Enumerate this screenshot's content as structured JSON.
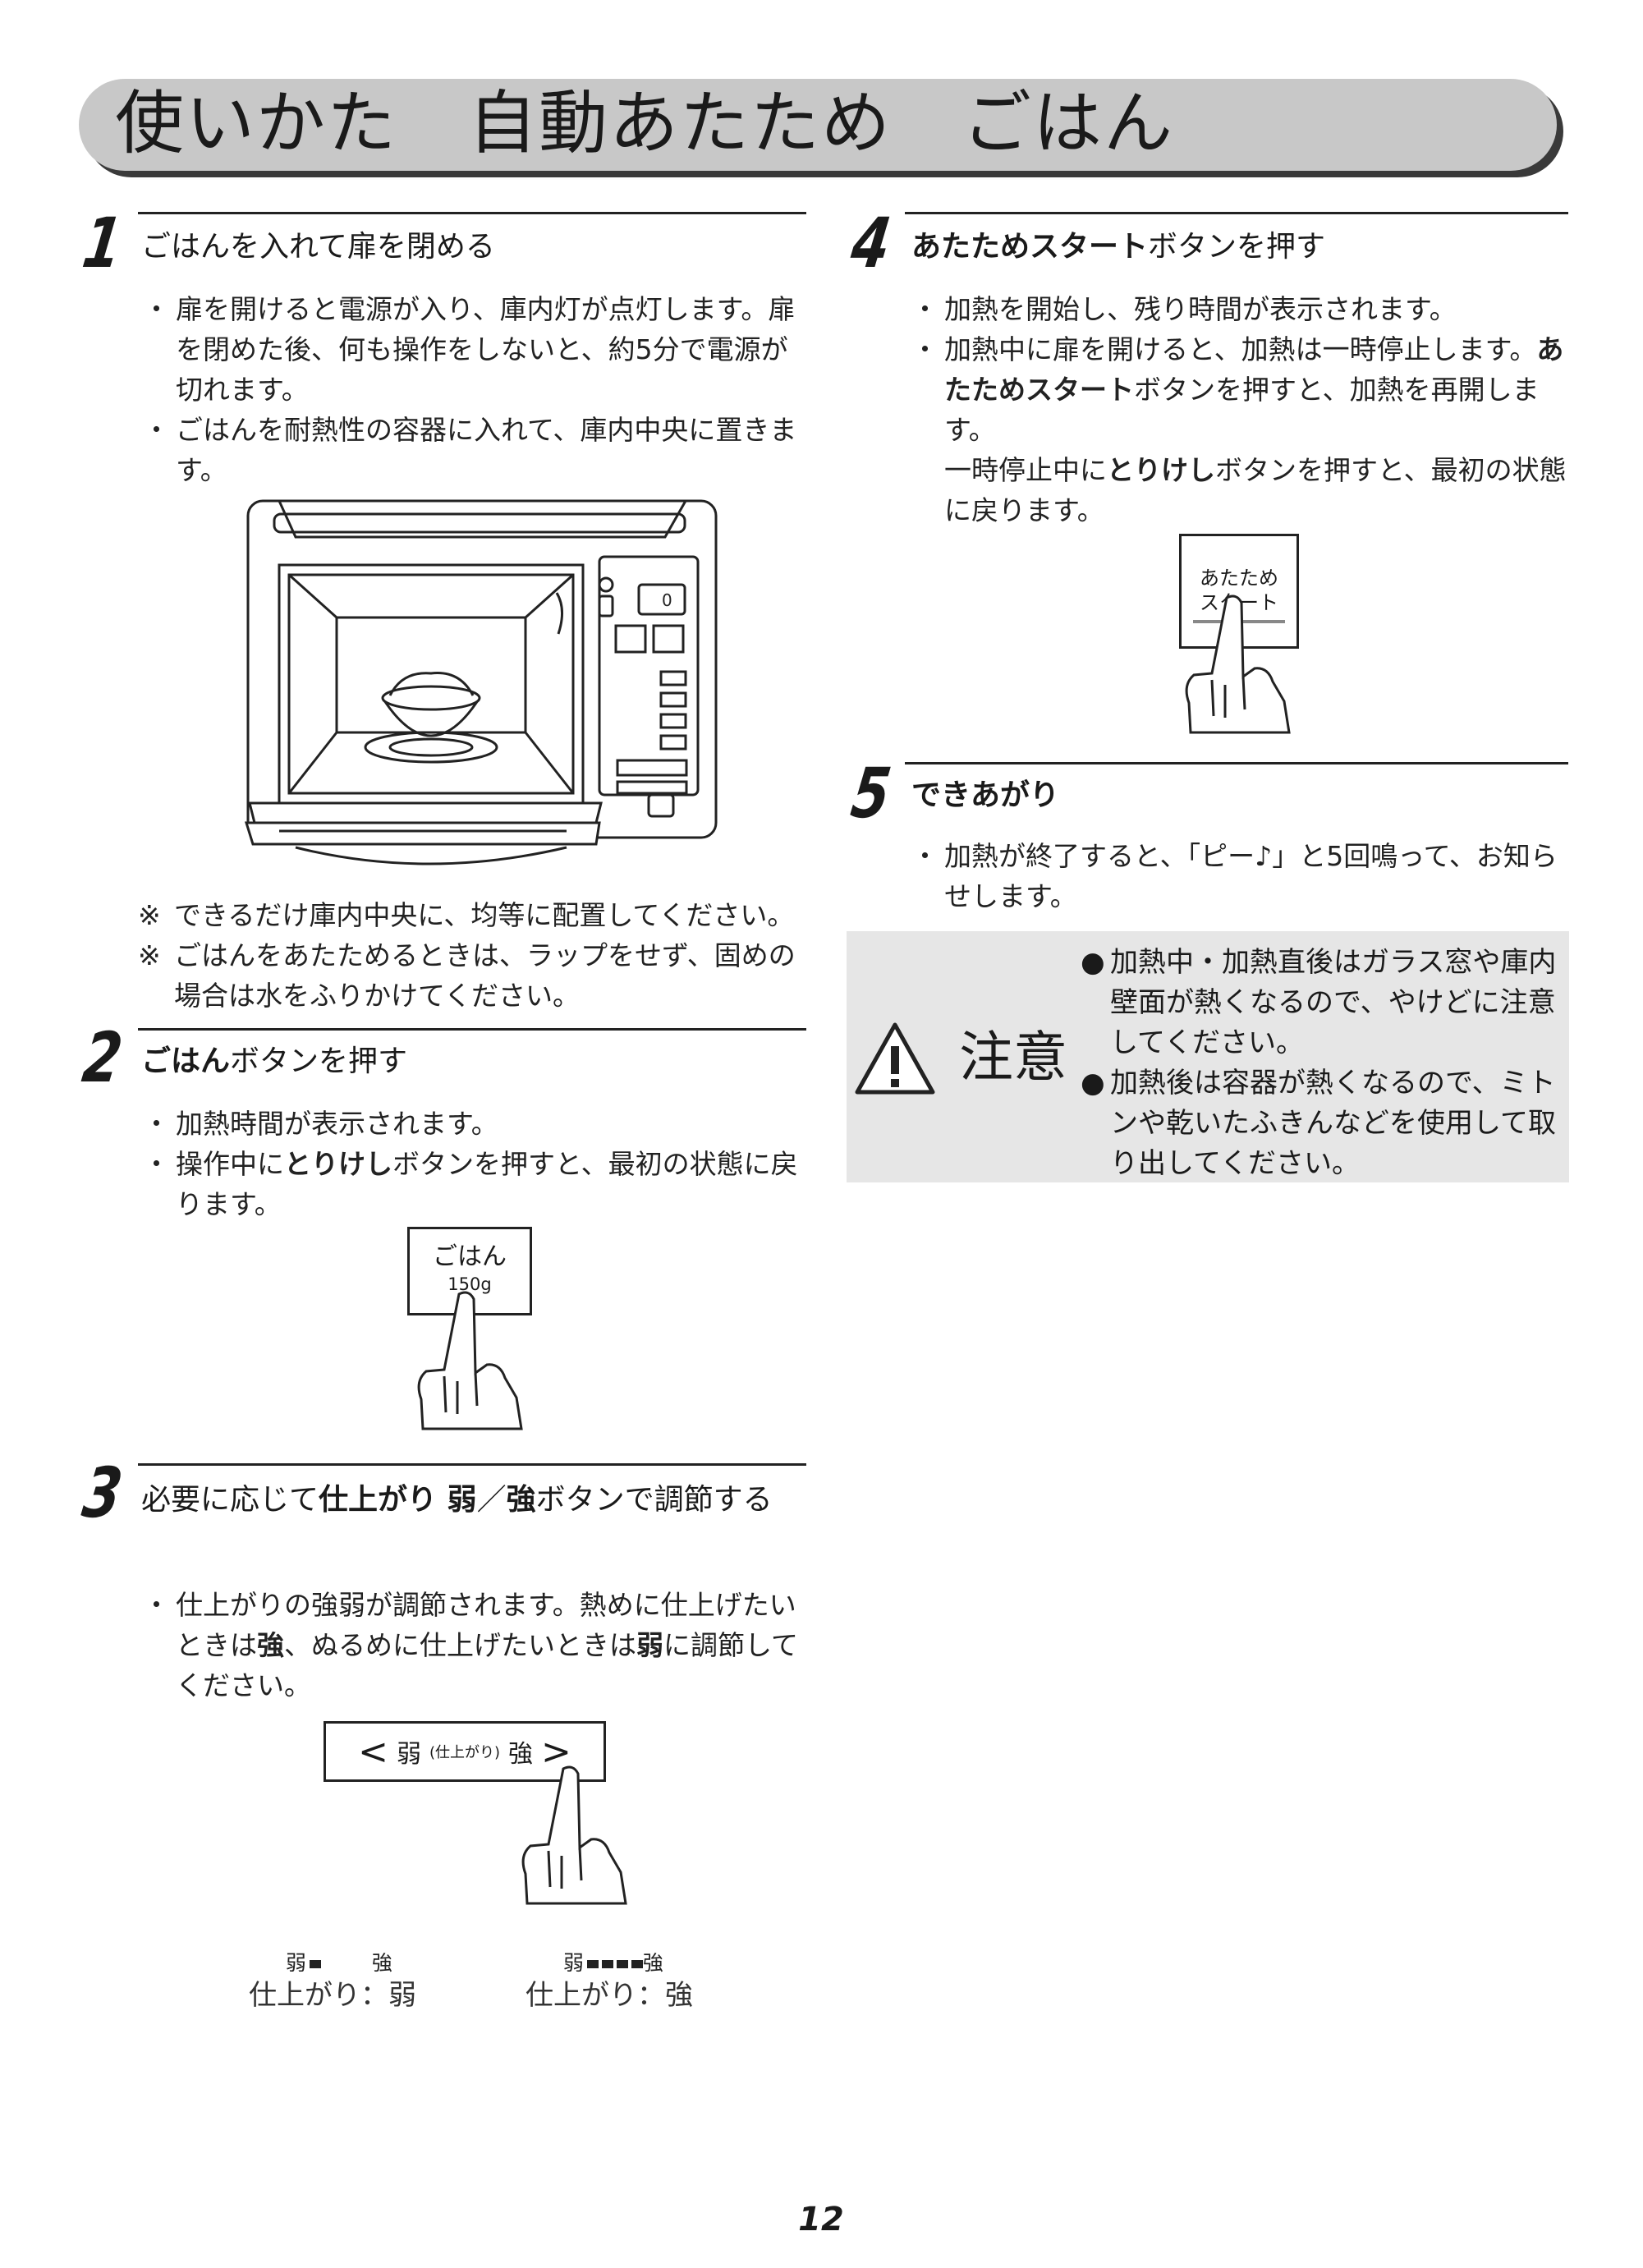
{
  "title": "使いかた　自動あたため　ごはん",
  "steps": [
    {
      "number": "1",
      "title_parts": [
        {
          "text": "ごはんを入れて扉を閉める",
          "bold": false
        }
      ],
      "bullets": [
        "扉を開けると電源が入り、庫内灯が点灯します。扉を閉めた後、何も操作をしないと、約5分で電源が切れます。",
        "ごはんを耐熱性の容器に入れて、庫内中央に置きます。"
      ],
      "notes": [
        {
          "mark": "※",
          "text": "できるだけ庫内中央に、均等に配置してください。"
        },
        {
          "mark": "※",
          "text": "ごはんをあたためるときは、ラップをせず、固めの場合は水をふりかけてください。"
        }
      ]
    },
    {
      "number": "2",
      "title_parts": [
        {
          "text": "ごはん",
          "bold": true
        },
        {
          "text": "ボタンを押す",
          "bold": false
        }
      ],
      "bullets_rich": [
        [
          {
            "text": "加熱時間が表示されます。",
            "bold": false
          }
        ],
        [
          {
            "text": "操作中に",
            "bold": false
          },
          {
            "text": "とりけし",
            "bold": true
          },
          {
            "text": "ボタンを押すと、最初の状態に戻ります。",
            "bold": false
          }
        ]
      ],
      "button": {
        "line1": "ごはん",
        "line2": "150g"
      }
    },
    {
      "number": "3",
      "title_parts": [
        {
          "text": "必要に応じて",
          "bold": false
        },
        {
          "text": "仕上がり 弱",
          "bold": true
        },
        {
          "text": "／",
          "bold": false
        },
        {
          "text": "強",
          "bold": true
        },
        {
          "text": "ボタンで調節する",
          "bold": false
        }
      ],
      "bullets_rich": [
        [
          {
            "text": "仕上がりの強弱が調節されます。熱めに仕上げたいときは",
            "bold": false
          },
          {
            "text": "強",
            "bold": true
          },
          {
            "text": "、ぬるめに仕上げたいときは",
            "bold": false
          },
          {
            "text": "弱",
            "bold": true
          },
          {
            "text": "に調節してください。",
            "bold": false
          }
        ]
      ],
      "button": {
        "left": "<",
        "weak": "弱",
        "mid": "(仕上がり)",
        "strong": "強",
        "right": ">"
      },
      "levels": [
        {
          "weak": "弱",
          "strong": "強",
          "bars": 1,
          "caption": "仕上がり：弱"
        },
        {
          "weak": "弱",
          "strong": "強",
          "bars": 4,
          "caption": "仕上がり：強"
        }
      ]
    },
    {
      "number": "4",
      "title_parts": [
        {
          "text": "あたためスタート",
          "bold": true
        },
        {
          "text": "ボタンを押す",
          "bold": false
        }
      ],
      "bullets_rich": [
        [
          {
            "text": "加熱を開始し、残り時間が表示されます。",
            "bold": false
          }
        ],
        [
          {
            "text": "加熱中に扉を開けると、加熱は一時停止します。",
            "bold": false
          },
          {
            "text": "あたためスタート",
            "bold": true
          },
          {
            "text": "ボタンを押すと、加熱を再開します。",
            "bold": false
          }
        ]
      ],
      "extra_rich": [
        {
          "text": "一時停止中に",
          "bold": false
        },
        {
          "text": "とりけし",
          "bold": true
        },
        {
          "text": "ボタンを押すと、最初の状態に戻ります。",
          "bold": false
        }
      ],
      "button": {
        "line1": "あたため",
        "line2": "スタート"
      }
    },
    {
      "number": "5",
      "title_parts": [
        {
          "text": "できあがり",
          "bold": true
        }
      ],
      "bullets": [
        "加熱が終了すると、「ピー♪」と5回鳴って、お知らせします。"
      ]
    }
  ],
  "caution": {
    "label": "注意",
    "items": [
      {
        "mark": "●",
        "text": "加熱中・加熱直後はガラス窓や庫内壁面が熱くなるので、やけどに注意してください。"
      },
      {
        "mark": "●",
        "text": "加熱後は容器が熱くなるので、ミトンや乾いたふきんなどを使用して取り出してください。"
      }
    ]
  },
  "oven_display": "0",
  "page_number": "12",
  "colors": {
    "banner": "#c8c8c8",
    "caution_bg": "#e6e6e6",
    "text": "#1a1a1a"
  }
}
